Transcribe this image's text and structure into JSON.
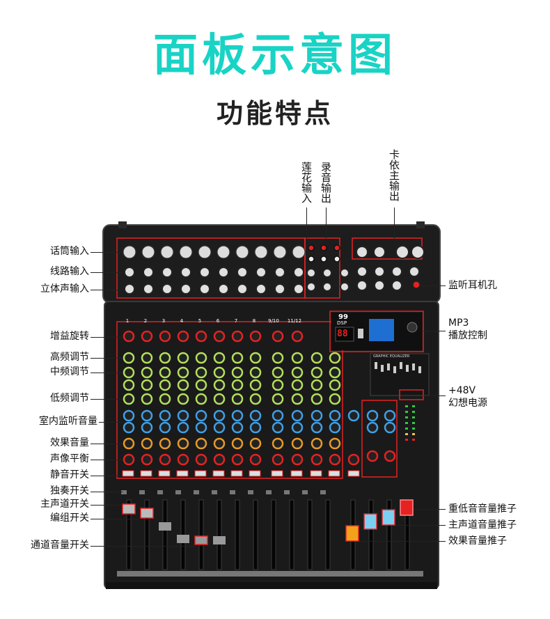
{
  "header": {
    "title": "面板示意图",
    "subtitle": "功能特点"
  },
  "colors": {
    "title": "#19d3c5",
    "highlight_box": "#e52222",
    "panel": "#1b1b1b",
    "lcd": "#1e6fd1"
  },
  "top_labels": {
    "rca_input": "莲花输入",
    "record_output": "录音输出",
    "xlr_main_output": "卡依主输出"
  },
  "left_labels": [
    "话筒输入",
    "线路输入",
    "立体声输入",
    "增益旋转",
    "高频调节",
    "中频调节",
    "低频调节",
    "室内监听音量",
    "效果音量",
    "声像平衡",
    "静音开关",
    "独奏开关",
    "主声道开关",
    "编组开关",
    "通道音量开关"
  ],
  "right_labels": {
    "headphone": "监听耳机孔",
    "mp3_line1": "MP3",
    "mp3_line2": "播放控制",
    "phantom_line1": "+48V",
    "phantom_line2": "幻想电源",
    "sub_fader": "重低音音量推子",
    "main_fader": "主声道音量推子",
    "fx_fader": "效果音量推子"
  },
  "mixer_text": {
    "channel_numbers": [
      "1",
      "2",
      "3",
      "4",
      "5",
      "6",
      "7",
      "8",
      "9/10",
      "11/12"
    ],
    "dsp_number": "99",
    "dsp_text": "DSP",
    "led_display": "88",
    "geq_title": "GRAPHIC EQUALIZER"
  }
}
